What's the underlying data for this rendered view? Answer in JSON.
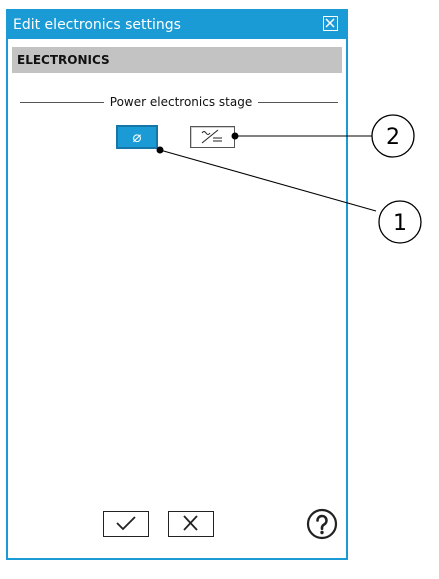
{
  "dialog": {
    "title": "Edit electronics settings",
    "close_icon": "close-x-icon"
  },
  "section": {
    "header": "ELECTRONICS"
  },
  "power_stage": {
    "label": "Power electronics stage",
    "options": [
      {
        "id": "none",
        "symbol": "⌀",
        "icon": "no-converter-icon",
        "selected": true
      },
      {
        "id": "ac-dc",
        "icon": "ac-dc-converter-icon",
        "selected": false
      }
    ]
  },
  "footer": {
    "ok_icon": "checkmark-icon",
    "cancel_icon": "cross-icon",
    "help_icon": "help-question-icon"
  },
  "callouts": [
    {
      "number": "1"
    },
    {
      "number": "2"
    }
  ],
  "colors": {
    "accent": "#1b9bd6",
    "section_header_bg": "#c3c3c3"
  }
}
